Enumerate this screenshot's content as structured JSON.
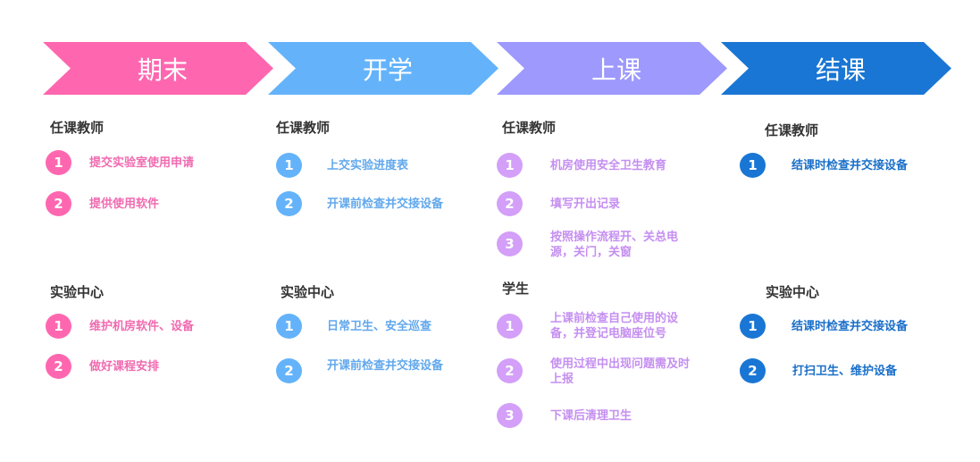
{
  "colors": {
    "pink": "#fe67b0",
    "blue": "#64b3fa",
    "purple": "#9d99fd",
    "purple_circle": "#d39ff8",
    "dark_blue": "#1976d4"
  },
  "stages": [
    {
      "title": "期末",
      "groups": [
        {
          "heading": "任课教师",
          "items": [
            {
              "n": "1",
              "text": "提交实验室使用申请"
            },
            {
              "n": "2",
              "text": "提供使用软件"
            }
          ]
        },
        {
          "heading": "实验中心",
          "items": [
            {
              "n": "1",
              "text": "维护机房软件、设备"
            },
            {
              "n": "2",
              "text": "做好课程安排"
            }
          ]
        }
      ]
    },
    {
      "title": "开学",
      "groups": [
        {
          "heading": "任课教师",
          "items": [
            {
              "n": "1",
              "text": "上交实验进度表"
            },
            {
              "n": "2",
              "text": "开课前检查并交接设备"
            }
          ]
        },
        {
          "heading": "实验中心",
          "items": [
            {
              "n": "1",
              "text": "日常卫生、安全巡查"
            },
            {
              "n": "2",
              "text": "开课前检查并交接设备"
            }
          ]
        }
      ]
    },
    {
      "title": "上课",
      "groups": [
        {
          "heading": "任课教师",
          "items": [
            {
              "n": "1",
              "text": "机房使用安全卫生教育"
            },
            {
              "n": "2",
              "text": "填写开出记录"
            },
            {
              "n": "3",
              "text": "按照操作流程开、关总电源，关门，关窗"
            }
          ]
        },
        {
          "heading": "学生",
          "items": [
            {
              "n": "1",
              "text": "上课前检查自己使用的设备，并登记电脑座位号"
            },
            {
              "n": "2",
              "text": "使用过程中出现问题需及时上报"
            },
            {
              "n": "3",
              "text": "下课后清理卫生"
            }
          ]
        }
      ]
    },
    {
      "title": "结课",
      "groups": [
        {
          "heading": "任课教师",
          "items": [
            {
              "n": "1",
              "text": "结课时检查并交接设备"
            }
          ]
        },
        {
          "heading": "实验中心",
          "items": [
            {
              "n": "1",
              "text": "结课时检查并交接设备"
            },
            {
              "n": "2",
              "text": "打扫卫生、维护设备"
            }
          ]
        }
      ]
    }
  ]
}
